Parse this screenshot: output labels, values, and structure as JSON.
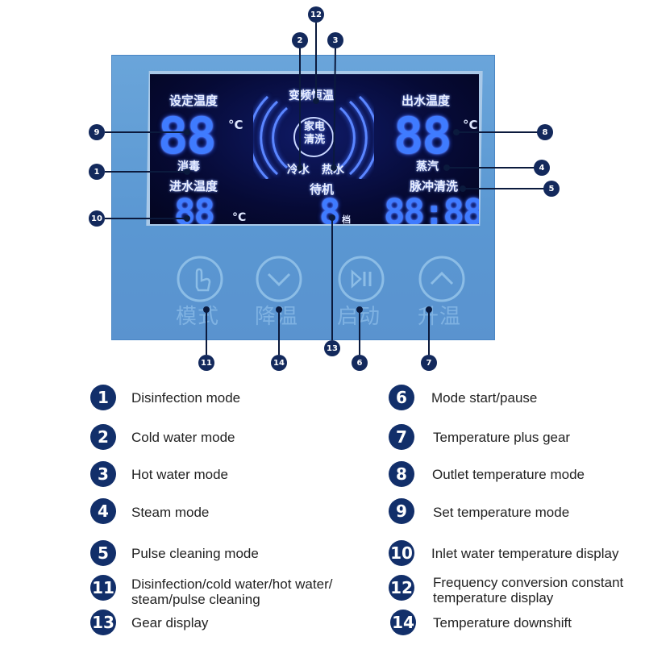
{
  "lcd": {
    "set_temp_label": "设定温度",
    "outlet_temp_label": "出水温度",
    "inlet_temp_label": "进水温度",
    "freq_label": "变频恒温",
    "disinfect_label": "消毒",
    "steam_label": "蒸汽",
    "pulse_label": "脉冲清洗",
    "standby_label": "待机",
    "cold_label": "冷水",
    "hot_label": "热水",
    "center_badge_line1": "家电",
    "center_badge_line2": "清洗",
    "gear_suffix": "档",
    "unit_c": "°C",
    "set_temp_value": "88",
    "outlet_temp_value": "88",
    "inlet_temp_value": "88",
    "gear_value": "8",
    "clock_value": "88:88"
  },
  "buttons": [
    {
      "label": "模式",
      "icon": "hand-touch-icon"
    },
    {
      "label": "降温",
      "icon": "chevron-down-icon"
    },
    {
      "label": "启动",
      "icon": "play-pause-icon"
    },
    {
      "label": "升温",
      "icon": "chevron-up-icon"
    }
  ],
  "callouts": [
    "1",
    "2",
    "3",
    "4",
    "5",
    "6",
    "7",
    "8",
    "9",
    "10",
    "11",
    "12",
    "13",
    "14"
  ],
  "legend": [
    {
      "num": "1",
      "text": "Disinfection mode"
    },
    {
      "num": "2",
      "text": "Cold water mode"
    },
    {
      "num": "3",
      "text": "Hot water mode"
    },
    {
      "num": "4",
      "text": "Steam mode"
    },
    {
      "num": "5",
      "text": "Pulse cleaning mode"
    },
    {
      "num": "11",
      "text_line1": "Disinfection/cold water/hot water/",
      "text_line2": "steam/pulse cleaning"
    },
    {
      "num": "13",
      "text": "Gear display"
    },
    {
      "num": "6",
      "text": "Mode start/pause"
    },
    {
      "num": "7",
      "text": "Temperature plus gear"
    },
    {
      "num": "8",
      "text": "Outlet temperature mode"
    },
    {
      "num": "9",
      "text": "Set temperature mode"
    },
    {
      "num": "10",
      "text": "Inlet water temperature display"
    },
    {
      "num": "12",
      "text_line1": "Frequency conversion constant",
      "text_line2": "temperature display"
    },
    {
      "num": "14",
      "text": "Temperature downshift"
    }
  ],
  "colors": {
    "badge": "#13295c",
    "panel": "#5a97d2",
    "lcd": "#060a35",
    "segment": "#3f7bff"
  }
}
